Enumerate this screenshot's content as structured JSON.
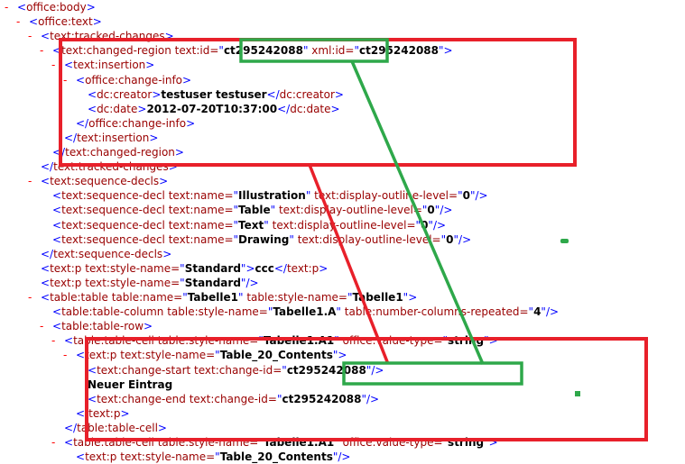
{
  "lines": [
    {
      "indent": 0,
      "toggle": "-",
      "parts": [
        [
          "punc",
          "<"
        ],
        [
          "tag",
          "office:body"
        ],
        [
          "punc",
          ">"
        ]
      ]
    },
    {
      "indent": 1,
      "toggle": "-",
      "parts": [
        [
          "punc",
          "<"
        ],
        [
          "tag",
          "office:text"
        ],
        [
          "punc",
          ">"
        ]
      ]
    },
    {
      "indent": 2,
      "toggle": "-",
      "parts": [
        [
          "punc",
          "<"
        ],
        [
          "tag",
          "text:tracked-changes"
        ],
        [
          "punc",
          ">"
        ]
      ]
    },
    {
      "indent": 3,
      "toggle": "-",
      "parts": [
        [
          "punc",
          "<"
        ],
        [
          "tag",
          "text:changed-region "
        ],
        [
          "attr",
          "text:id="
        ],
        [
          "punc",
          "\""
        ],
        [
          "val",
          "ct295242088"
        ],
        [
          "punc",
          "\""
        ],
        [
          "attr",
          " xml:id="
        ],
        [
          "punc",
          "\""
        ],
        [
          "val",
          "ct295242088"
        ],
        [
          "punc",
          "\""
        ],
        [
          "punc",
          ">"
        ]
      ]
    },
    {
      "indent": 4,
      "toggle": "-",
      "parts": [
        [
          "punc",
          "<"
        ],
        [
          "tag",
          "text:insertion"
        ],
        [
          "punc",
          ">"
        ]
      ]
    },
    {
      "indent": 5,
      "toggle": "-",
      "parts": [
        [
          "punc",
          "<"
        ],
        [
          "tag",
          "office:change-info"
        ],
        [
          "punc",
          ">"
        ]
      ]
    },
    {
      "indent": 6,
      "toggle": "",
      "parts": [
        [
          "punc",
          "<"
        ],
        [
          "tag",
          "dc:creator"
        ],
        [
          "punc",
          ">"
        ],
        [
          "txt",
          "testuser testuser"
        ],
        [
          "punc",
          "</"
        ],
        [
          "tag",
          "dc:creator"
        ],
        [
          "punc",
          ">"
        ]
      ]
    },
    {
      "indent": 6,
      "toggle": "",
      "parts": [
        [
          "punc",
          "<"
        ],
        [
          "tag",
          "dc:date"
        ],
        [
          "punc",
          ">"
        ],
        [
          "txt",
          "2012-07-20T10:37:00"
        ],
        [
          "punc",
          "</"
        ],
        [
          "tag",
          "dc:date"
        ],
        [
          "punc",
          ">"
        ]
      ]
    },
    {
      "indent": 5,
      "toggle": "",
      "parts": [
        [
          "punc",
          "</"
        ],
        [
          "tag",
          "office:change-info"
        ],
        [
          "punc",
          ">"
        ]
      ]
    },
    {
      "indent": 4,
      "toggle": "",
      "parts": [
        [
          "punc",
          "</"
        ],
        [
          "tag",
          "text:insertion"
        ],
        [
          "punc",
          ">"
        ]
      ]
    },
    {
      "indent": 3,
      "toggle": "",
      "parts": [
        [
          "punc",
          "</"
        ],
        [
          "tag",
          "text:changed-region"
        ],
        [
          "punc",
          ">"
        ]
      ]
    },
    {
      "indent": 2,
      "toggle": "",
      "parts": [
        [
          "punc",
          "</"
        ],
        [
          "tag",
          "text:tracked-changes"
        ],
        [
          "punc",
          ">"
        ]
      ]
    },
    {
      "indent": 2,
      "toggle": "-",
      "parts": [
        [
          "punc",
          "<"
        ],
        [
          "tag",
          "text:sequence-decls"
        ],
        [
          "punc",
          ">"
        ]
      ]
    },
    {
      "indent": 3,
      "toggle": "",
      "parts": [
        [
          "punc",
          "<"
        ],
        [
          "tag",
          "text:sequence-decl "
        ],
        [
          "attr",
          "text:name="
        ],
        [
          "punc",
          "\""
        ],
        [
          "val",
          "Illustration"
        ],
        [
          "punc",
          "\""
        ],
        [
          "attr",
          " text:display-outline-level="
        ],
        [
          "punc",
          "\""
        ],
        [
          "val",
          "0"
        ],
        [
          "punc",
          "\""
        ],
        [
          "punc",
          "/>"
        ]
      ]
    },
    {
      "indent": 3,
      "toggle": "",
      "parts": [
        [
          "punc",
          "<"
        ],
        [
          "tag",
          "text:sequence-decl "
        ],
        [
          "attr",
          "text:name="
        ],
        [
          "punc",
          "\""
        ],
        [
          "val",
          "Table"
        ],
        [
          "punc",
          "\""
        ],
        [
          "attr",
          " text:display-outline-level="
        ],
        [
          "punc",
          "\""
        ],
        [
          "val",
          "0"
        ],
        [
          "punc",
          "\""
        ],
        [
          "punc",
          "/>"
        ]
      ]
    },
    {
      "indent": 3,
      "toggle": "",
      "parts": [
        [
          "punc",
          "<"
        ],
        [
          "tag",
          "text:sequence-decl "
        ],
        [
          "attr",
          "text:name="
        ],
        [
          "punc",
          "\""
        ],
        [
          "val",
          "Text"
        ],
        [
          "punc",
          "\""
        ],
        [
          "attr",
          " text:display-outline-level="
        ],
        [
          "punc",
          "\""
        ],
        [
          "val",
          "0"
        ],
        [
          "punc",
          "\""
        ],
        [
          "punc",
          "/>"
        ]
      ]
    },
    {
      "indent": 3,
      "toggle": "",
      "parts": [
        [
          "punc",
          "<"
        ],
        [
          "tag",
          "text:sequence-decl "
        ],
        [
          "attr",
          "text:name="
        ],
        [
          "punc",
          "\""
        ],
        [
          "val",
          "Drawing"
        ],
        [
          "punc",
          "\""
        ],
        [
          "attr",
          " text:display-outline-level="
        ],
        [
          "punc",
          "\""
        ],
        [
          "val",
          "0"
        ],
        [
          "punc",
          "\""
        ],
        [
          "punc",
          "/>"
        ]
      ]
    },
    {
      "indent": 2,
      "toggle": "",
      "parts": [
        [
          "punc",
          "</"
        ],
        [
          "tag",
          "text:sequence-decls"
        ],
        [
          "punc",
          ">"
        ]
      ]
    },
    {
      "indent": 2,
      "toggle": "",
      "parts": [
        [
          "punc",
          "<"
        ],
        [
          "tag",
          "text:p "
        ],
        [
          "attr",
          "text:style-name="
        ],
        [
          "punc",
          "\""
        ],
        [
          "val",
          "Standard"
        ],
        [
          "punc",
          "\""
        ],
        [
          "punc",
          ">"
        ],
        [
          "txt",
          "ccc"
        ],
        [
          "punc",
          "</"
        ],
        [
          "tag",
          "text:p"
        ],
        [
          "punc",
          ">"
        ]
      ]
    },
    {
      "indent": 2,
      "toggle": "",
      "parts": [
        [
          "punc",
          "<"
        ],
        [
          "tag",
          "text:p "
        ],
        [
          "attr",
          "text:style-name="
        ],
        [
          "punc",
          "\""
        ],
        [
          "val",
          "Standard"
        ],
        [
          "punc",
          "\""
        ],
        [
          "punc",
          "/>"
        ]
      ]
    },
    {
      "indent": 2,
      "toggle": "-",
      "parts": [
        [
          "punc",
          "<"
        ],
        [
          "tag",
          "table:table "
        ],
        [
          "attr",
          "table:name="
        ],
        [
          "punc",
          "\""
        ],
        [
          "val",
          "Tabelle1"
        ],
        [
          "punc",
          "\""
        ],
        [
          "attr",
          " table:style-name="
        ],
        [
          "punc",
          "\""
        ],
        [
          "val",
          "Tabelle1"
        ],
        [
          "punc",
          "\""
        ],
        [
          "punc",
          ">"
        ]
      ]
    },
    {
      "indent": 3,
      "toggle": "",
      "parts": [
        [
          "punc",
          "<"
        ],
        [
          "tag",
          "table:table-column "
        ],
        [
          "attr",
          "table:style-name="
        ],
        [
          "punc",
          "\""
        ],
        [
          "val",
          "Tabelle1.A"
        ],
        [
          "punc",
          "\""
        ],
        [
          "attr",
          " table:number-columns-repeated="
        ],
        [
          "punc",
          "\""
        ],
        [
          "val",
          "4"
        ],
        [
          "punc",
          "\""
        ],
        [
          "punc",
          "/>"
        ]
      ]
    },
    {
      "indent": 3,
      "toggle": "-",
      "parts": [
        [
          "punc",
          "<"
        ],
        [
          "tag",
          "table:table-row"
        ],
        [
          "punc",
          ">"
        ]
      ]
    },
    {
      "indent": 4,
      "toggle": "-",
      "parts": [
        [
          "punc",
          "<"
        ],
        [
          "tag",
          "table:table-cell "
        ],
        [
          "attr",
          "table:style-name="
        ],
        [
          "punc",
          "\""
        ],
        [
          "val",
          "Tabelle1.A1"
        ],
        [
          "punc",
          "\""
        ],
        [
          "attr",
          " office:value-type="
        ],
        [
          "punc",
          "\""
        ],
        [
          "val",
          "string"
        ],
        [
          "punc",
          "\""
        ],
        [
          "punc",
          ">"
        ]
      ]
    },
    {
      "indent": 5,
      "toggle": "-",
      "parts": [
        [
          "punc",
          "<"
        ],
        [
          "tag",
          "text:p "
        ],
        [
          "attr",
          "text:style-name="
        ],
        [
          "punc",
          "\""
        ],
        [
          "val",
          "Table_20_Contents"
        ],
        [
          "punc",
          "\""
        ],
        [
          "punc",
          ">"
        ]
      ]
    },
    {
      "indent": 6,
      "toggle": "",
      "parts": [
        [
          "punc",
          "<"
        ],
        [
          "tag",
          "text:change-start "
        ],
        [
          "attr",
          "text:change-id="
        ],
        [
          "punc",
          "\""
        ],
        [
          "val",
          "ct295242088"
        ],
        [
          "punc",
          "\""
        ],
        [
          "punc",
          "/>"
        ]
      ]
    },
    {
      "indent": 6,
      "toggle": "",
      "parts": [
        [
          "txt",
          "Neuer Eintrag"
        ]
      ]
    },
    {
      "indent": 6,
      "toggle": "",
      "parts": [
        [
          "punc",
          "<"
        ],
        [
          "tag",
          "text:change-end "
        ],
        [
          "attr",
          "text:change-id="
        ],
        [
          "punc",
          "\""
        ],
        [
          "val",
          "ct295242088"
        ],
        [
          "punc",
          "\""
        ],
        [
          "punc",
          "/>"
        ]
      ]
    },
    {
      "indent": 5,
      "toggle": "",
      "parts": [
        [
          "punc",
          "</"
        ],
        [
          "tag",
          "text:p"
        ],
        [
          "punc",
          ">"
        ]
      ]
    },
    {
      "indent": 4,
      "toggle": "",
      "parts": [
        [
          "punc",
          "</"
        ],
        [
          "tag",
          "table:table-cell"
        ],
        [
          "punc",
          ">"
        ]
      ]
    },
    {
      "indent": 4,
      "toggle": "-",
      "parts": [
        [
          "punc",
          "<"
        ],
        [
          "tag",
          "table:table-cell "
        ],
        [
          "attr",
          "table:style-name="
        ],
        [
          "punc",
          "\""
        ],
        [
          "val",
          "Tabelle1.A1"
        ],
        [
          "punc",
          "\""
        ],
        [
          "attr",
          " office:value-type="
        ],
        [
          "punc",
          "\""
        ],
        [
          "val",
          "string"
        ],
        [
          "punc",
          "\""
        ],
        [
          "punc",
          ">"
        ]
      ]
    },
    {
      "indent": 5,
      "toggle": "",
      "parts": [
        [
          "punc",
          "<"
        ],
        [
          "tag",
          "text:p "
        ],
        [
          "attr",
          "text:style-name="
        ],
        [
          "punc",
          "\""
        ],
        [
          "val",
          "Table_20_Contents"
        ],
        [
          "punc",
          "\""
        ],
        [
          "punc",
          "/>"
        ]
      ]
    }
  ],
  "colors": {
    "highlight_red": "#e8202a",
    "highlight_green": "#2ea84a"
  }
}
